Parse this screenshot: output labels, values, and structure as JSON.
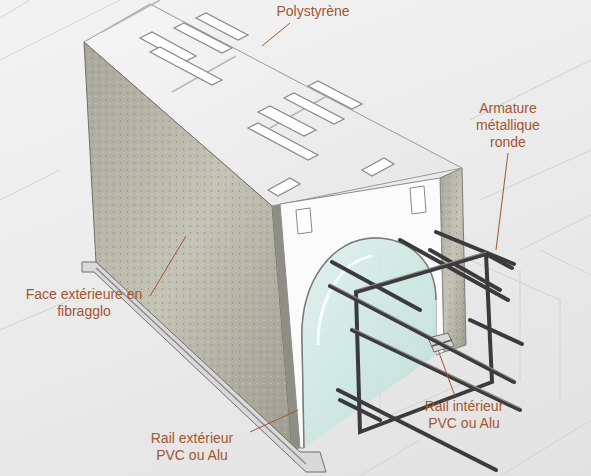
{
  "diagram": {
    "labels": [
      "Polystyrène",
      "Armature métallique ronde",
      "Face extérieure en fibragglo",
      "Rail intérieur PVC ou Alu",
      "Rail extérieur PVC ou Alu"
    ]
  }
}
